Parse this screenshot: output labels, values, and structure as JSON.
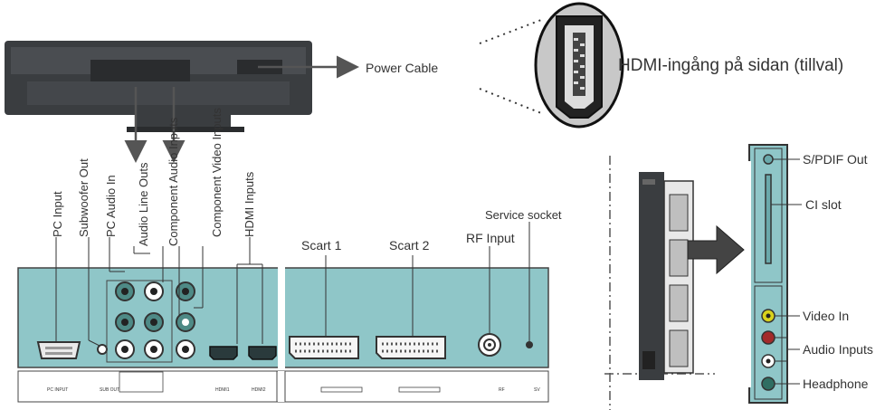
{
  "top": {
    "power_cable_label": "Power Cable",
    "hdmi_side_label": "HDMI-ingång på sidan (tillval)"
  },
  "rear_panel": {
    "labels": {
      "pc_input": "PC Input",
      "subwoofer_out": "Subwoofer Out",
      "pc_audio_in": "PC Audio In",
      "audio_line_outs": "Audio Line Outs",
      "component_audio_inputs": "Component Audio Inputs",
      "component_video_inputs": "Component Video Inputs",
      "hdmi_inputs": "HDMI Inputs",
      "scart_1": "Scart 1",
      "scart_2": "Scart 2",
      "rf_input": "RF Input",
      "service_socket": "Service socket"
    }
  },
  "side_panel": {
    "labels": {
      "spdif_out": "S/PDIF Out",
      "ci_slot": "CI slot",
      "video_in": "Video In",
      "audio_inputs": "Audio Inputs",
      "headphone": "Headphone"
    }
  },
  "colors": {
    "panel_teal": "#8fc6c8",
    "panel_dark_teal": "#6aa9ab",
    "tv_body": "#3a3d40",
    "video_yellow": "#d8d21c",
    "audio_red": "#a32a2a",
    "audio_white": "#ffffff",
    "headphone_green": "#2f6e62",
    "arrow_gray": "#5a5a5a"
  }
}
